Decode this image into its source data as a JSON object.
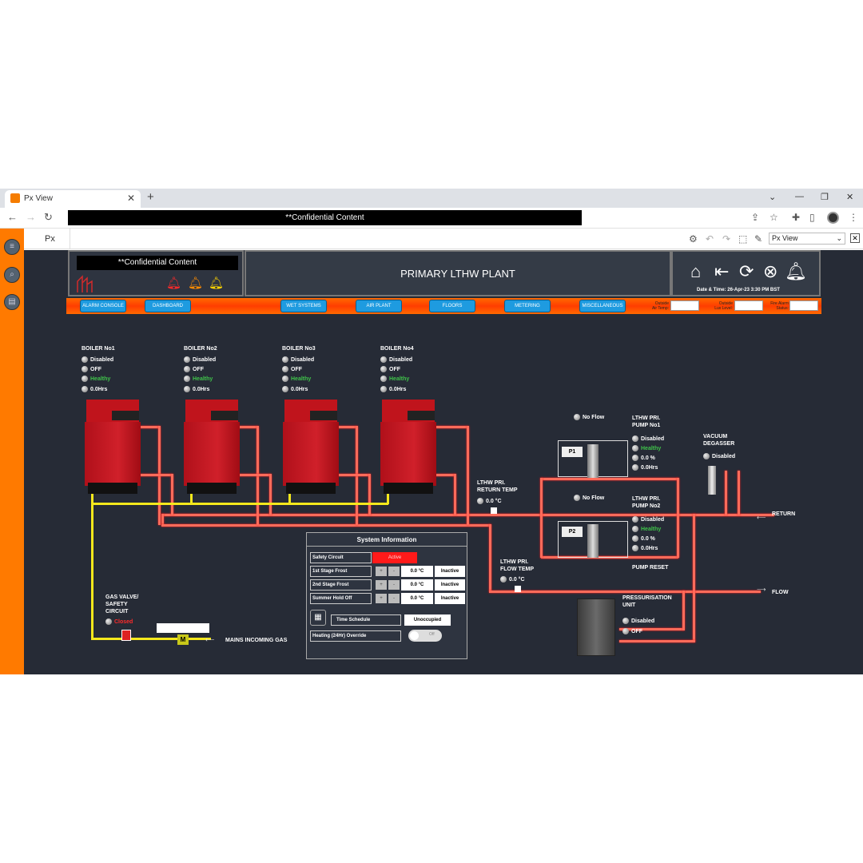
{
  "browser": {
    "tab_title": "Px View",
    "tab_close": "✕",
    "new_tab": "+",
    "address_bar": "**Confidential Content"
  },
  "px_header": {
    "tab_label": "Px View",
    "view_select": "Px View",
    "close": "✕"
  },
  "plant_header": {
    "confidential": "**Confidential Content",
    "title": "PRIMARY LTHW PLANT",
    "datetime": "Date & Time:  26-Apr-23 3:30 PM BST"
  },
  "nav": {
    "buttons": [
      "ALARM CONSOLE",
      "DASHBOARD",
      "WET SYSTEMS",
      "AIR PLANT",
      "FLOORS",
      "METERING",
      "MISCELLANEOUS"
    ],
    "outside_air_label": "Outside\nAir Temp:",
    "outside_lux_label": "Outside\nLux Level:",
    "fire_alarm_label": "Fire Alarm\nStatus:"
  },
  "boilers": [
    {
      "name": "BOILER No1",
      "mode": "Disabled",
      "state": "OFF",
      "health": "Healthy",
      "hours": "0.0Hrs"
    },
    {
      "name": "BOILER No2",
      "mode": "Disabled",
      "state": "OFF",
      "health": "Healthy",
      "hours": "0.0Hrs"
    },
    {
      "name": "BOILER No3",
      "mode": "Disabled",
      "state": "OFF",
      "health": "Healthy",
      "hours": "0.0Hrs"
    },
    {
      "name": "BOILER No4",
      "mode": "Disabled",
      "state": "OFF",
      "health": "Healthy",
      "hours": "0.0Hrs"
    }
  ],
  "pumps": {
    "pump1": {
      "title": "LTHW PRI.\nPUMP No1",
      "tag": "P1",
      "flow": "No Flow",
      "mode": "Disabled",
      "health": "Healthy",
      "speed": "0.0 %",
      "hours": "0.0Hrs"
    },
    "pump2": {
      "title": "LTHW PRI.\nPUMP No2",
      "tag": "P2",
      "flow": "No Flow",
      "mode": "Disabled",
      "health": "Healthy",
      "speed": "0.0 %",
      "hours": "0.0Hrs"
    },
    "reset": "PUMP RESET"
  },
  "sensors": {
    "return_temp_label": "LTHW PRI.\nRETURN TEMP",
    "return_temp": "0.0 °C",
    "flow_temp_label": "LTHW PRI.\nFLOW TEMP",
    "flow_temp": "0.0 °C"
  },
  "vacuum_degasser": {
    "label": "VACUUM\nDEGASSER",
    "status": "Disabled"
  },
  "pressurisation": {
    "label": "PRESSURISATION\nUNIT",
    "mode": "Disabled",
    "state": "OFF"
  },
  "pipes": {
    "return": "RETURN",
    "flow": "FLOW"
  },
  "gas": {
    "valve_label": "GAS VALVE/\nSAFETY\nCIRCUIT",
    "valve_status": "Closed",
    "meter": "M",
    "mains": "MAINS INCOMING GAS"
  },
  "system_info": {
    "title": "System Information",
    "safety_label": "Safety Circuit",
    "safety_value": "Active",
    "rows": [
      {
        "label": "1st Stage Frost",
        "value": "0.0 °C",
        "status": "Inactive"
      },
      {
        "label": "2nd Stage Frost",
        "value": "0.0 °C",
        "status": "Inactive"
      },
      {
        "label": "Summer Hold Off",
        "value": "0.0 °C",
        "status": "Inactive"
      }
    ],
    "schedule_label": "Time Schedule",
    "schedule_value": "Unoccupied",
    "override_label": "Heating (24Hr) Override",
    "override_toggle": "Off"
  },
  "colors": {
    "accent": "#ff7a00",
    "pipe_hot": "#ff6b5a",
    "gas_pipe": "#f5e81c",
    "healthy": "#3fc24a",
    "alarm": "#ff1a1a"
  }
}
